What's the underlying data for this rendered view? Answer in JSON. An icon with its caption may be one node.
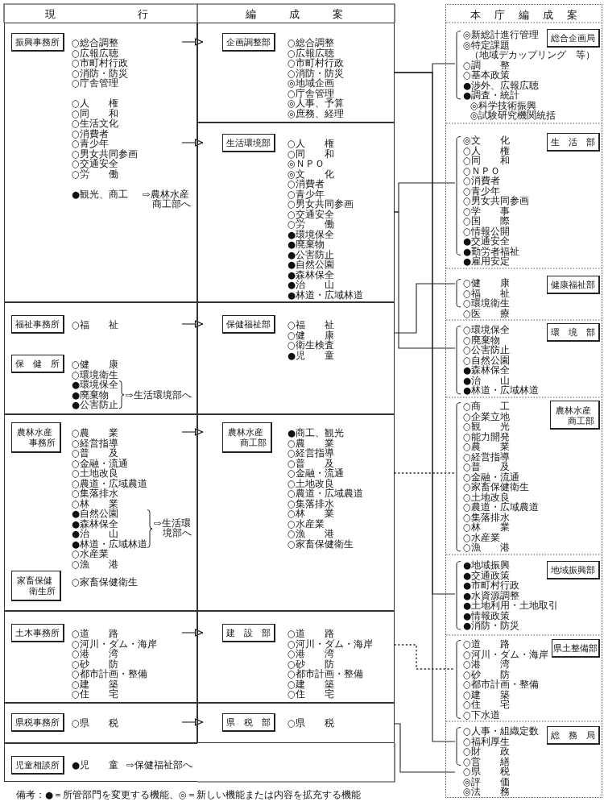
{
  "diagram": {
    "caption": "備考：●＝所管部門を変更する機能、◎＝新しい機能または内容を拡充する機能",
    "nodes": [
      {
        "text": [
          "現　　　　行"
        ]
      },
      {
        "text": [
          "振興事務所",
          "○総合調整",
          "○広報広聴",
          "○市町村行政",
          "○消防・防災",
          "○庁舎管理",
          "○人　　権",
          "○同　　和",
          "○生活文化",
          "○消費者",
          "○青少年",
          "○男女共同参画",
          "○交通安全",
          "○労　　働",
          "●観光、商工",
          "⇨農林水産商工部へ"
        ],
        "in": 0
      },
      {
        "text": [
          "福祉事務所",
          "○福　　祉"
        ],
        "in": 0
      },
      {
        "text": [
          "保　健　所",
          "○健　　康",
          "○環境衛生",
          "●環境保全",
          "●廃棄物",
          "●公害防止",
          "⇨生活環境部へ"
        ],
        "in": 0
      },
      {
        "text": [
          "農林水産事務所",
          "○農　　業",
          "○経営指導",
          "○普　　及",
          "○金融・流通",
          "○土地改良",
          "○農道・広域農道",
          "○集落排水",
          "○林　　業",
          "●自然公園",
          "●森林保全",
          "●治　　山",
          "●林道・広域林道",
          "○水産業",
          "○漁　　港",
          "⇨生活環境部へ"
        ],
        "in": 0
      },
      {
        "text": [
          "家畜保健衛生所",
          "○家畜保健衛生"
        ],
        "in": 0
      },
      {
        "text": [
          "土木事務所",
          "○道　　路",
          "○河川・ダム・海岸",
          "○港　　湾",
          "○砂　　防",
          "○都市計画・整備",
          "○建　　築",
          "○住　　宅"
        ],
        "in": 0
      },
      {
        "text": [
          "県税事務所",
          "○県　　税"
        ],
        "in": 0
      },
      {
        "text": [
          "児童相談所",
          "●児　　童",
          "⇨保健福祉部へ"
        ],
        "in": 0
      },
      {
        "text": [
          "編　　成　　案"
        ]
      },
      {
        "text": [
          "企画調整部",
          "○総合調整",
          "○広報広聴",
          "○市町村行政",
          "○消防・防災",
          "◎地域企画",
          "○庁舎管理",
          "◎人事、予算",
          "◎庶務、経理"
        ],
        "in": 9
      },
      {
        "text": [
          "生活環境部",
          "○人　　権",
          "○同　　和",
          "◎ＮＰＯ",
          "◎文　　化",
          "○消費者",
          "○青少年",
          "○男女共同参画",
          "○交通安全",
          "○労　　働",
          "●環境保全",
          "●廃棄物",
          "●公害防止",
          "●自然公園",
          "●森林保全",
          "●治　　山",
          "●林道・広域林道"
        ],
        "in": 9
      },
      {
        "text": [
          "保健福祉部",
          "○福　　祉",
          "○健　　康",
          "○衛生検査",
          "●児　　童"
        ],
        "in": 9
      },
      {
        "text": [
          "農林水産商工部",
          "●商工、観光",
          "○農　　業",
          "○経営指導",
          "○普　　及",
          "○金融・流通",
          "○土地改良",
          "○農道・広域農道",
          "○集落排水",
          "○林　　業",
          "○水産業",
          "○漁　　港",
          "○家畜保健衛生"
        ],
        "in": 9
      },
      {
        "text": [
          "建　設　部",
          "○道　　路",
          "○河川・ダム・海岸",
          "○港　　湾",
          "○砂　　防",
          "○都市計画・整備",
          "○建　　築",
          "○住　　宅"
        ],
        "in": 9
      },
      {
        "text": [
          "県　税　部",
          "○県　　税"
        ],
        "in": 9
      },
      {
        "text": [
          "本　庁　編　成　案"
        ]
      },
      {
        "text": [
          "総合企画局",
          "◎新総計進行管理",
          "◎特定課題",
          "（地域デカップリング　等）",
          "○調　　整",
          "○基本政策",
          "●渉外、広報広聴",
          "●調査・統計",
          "◎科学技術振興",
          "◎試験研究機関統括"
        ],
        "in": 16
      },
      {
        "text": [
          "生　活　部",
          "◎文　　化",
          "○人　　権",
          "○同　　和",
          "○ＮＰＯ",
          "○消費者",
          "○青少年",
          "○男女共同参画",
          "○学　　事",
          "○国　　際",
          "○情報公開",
          "●交通安全",
          "●勤労者福祉",
          "●雇用安定"
        ],
        "in": 16
      },
      {
        "text": [
          "健康福祉部",
          "○健　　康",
          "○福　　祉",
          "○環境衛生",
          "○医　　療"
        ],
        "in": 16
      },
      {
        "text": [
          "環　境　部",
          "○環境保全",
          "○廃棄物",
          "○公害防止",
          "○自然公園",
          "●森林保全",
          "●治　　山",
          "●林道・広域林道"
        ],
        "in": 16
      },
      {
        "text": [
          "農林水産商工部",
          "○商　　工",
          "○企業立地",
          "○観　　光",
          "○能力開発",
          "○農　　業",
          "○経営指導",
          "○普　　及",
          "○金融・流通",
          "○家畜保健衛生",
          "○土地改良",
          "○農道・広域農道",
          "○集落排水",
          "○林　　業",
          "○水産業",
          "○漁　　港"
        ],
        "in": 16
      },
      {
        "text": [
          "地域振興部",
          "●地域振興",
          "●交通政策",
          "●市町村行政",
          "●水資源調整",
          "●土地利用・土地取引",
          "●情報政策",
          "●消防・防災"
        ],
        "in": 16
      },
      {
        "text": [
          "県土整備部",
          "○道　　路",
          "○河川・ダム・海岸",
          "○港　　湾",
          "○砂　　防",
          "○都市計画・整備",
          "○建　　築",
          "○住　　宅",
          "○下水道"
        ],
        "in": 16
      },
      {
        "text": [
          "総　務　局",
          "○人事・組織定数",
          "○福利厚生",
          "○財　　政",
          "○営　　繕",
          "○県　　税",
          "◎評　　価",
          "◎法　　務"
        ],
        "in": 16
      }
    ],
    "edges": [
      {
        "from": 1,
        "to": 10,
        "arrow": "to"
      },
      {
        "from": 1,
        "to": 11,
        "arrow": "to"
      },
      {
        "from": 2,
        "to": 12,
        "arrow": "to"
      },
      {
        "from": 4,
        "to": 13,
        "arrow": "to"
      },
      {
        "from": 6,
        "to": 14,
        "arrow": "to"
      },
      {
        "from": 7,
        "to": 15,
        "arrow": "to"
      },
      {
        "from": 10,
        "to": 17,
        "arrow": "none"
      },
      {
        "from": 10,
        "to": 22,
        "arrow": "none"
      },
      {
        "from": 10,
        "to": 24,
        "arrow": "none"
      },
      {
        "from": 11,
        "to": 18,
        "arrow": "none"
      },
      {
        "from": 11,
        "to": 20,
        "arrow": "none"
      },
      {
        "from": 12,
        "to": 19,
        "arrow": "none"
      },
      {
        "from": 13,
        "to": 21,
        "arrow": "none",
        "style": "dashed"
      },
      {
        "from": 14,
        "to": 23,
        "arrow": "none",
        "style": "dashed"
      },
      {
        "from": 15,
        "to": 24,
        "arrow": "none"
      }
    ]
  }
}
